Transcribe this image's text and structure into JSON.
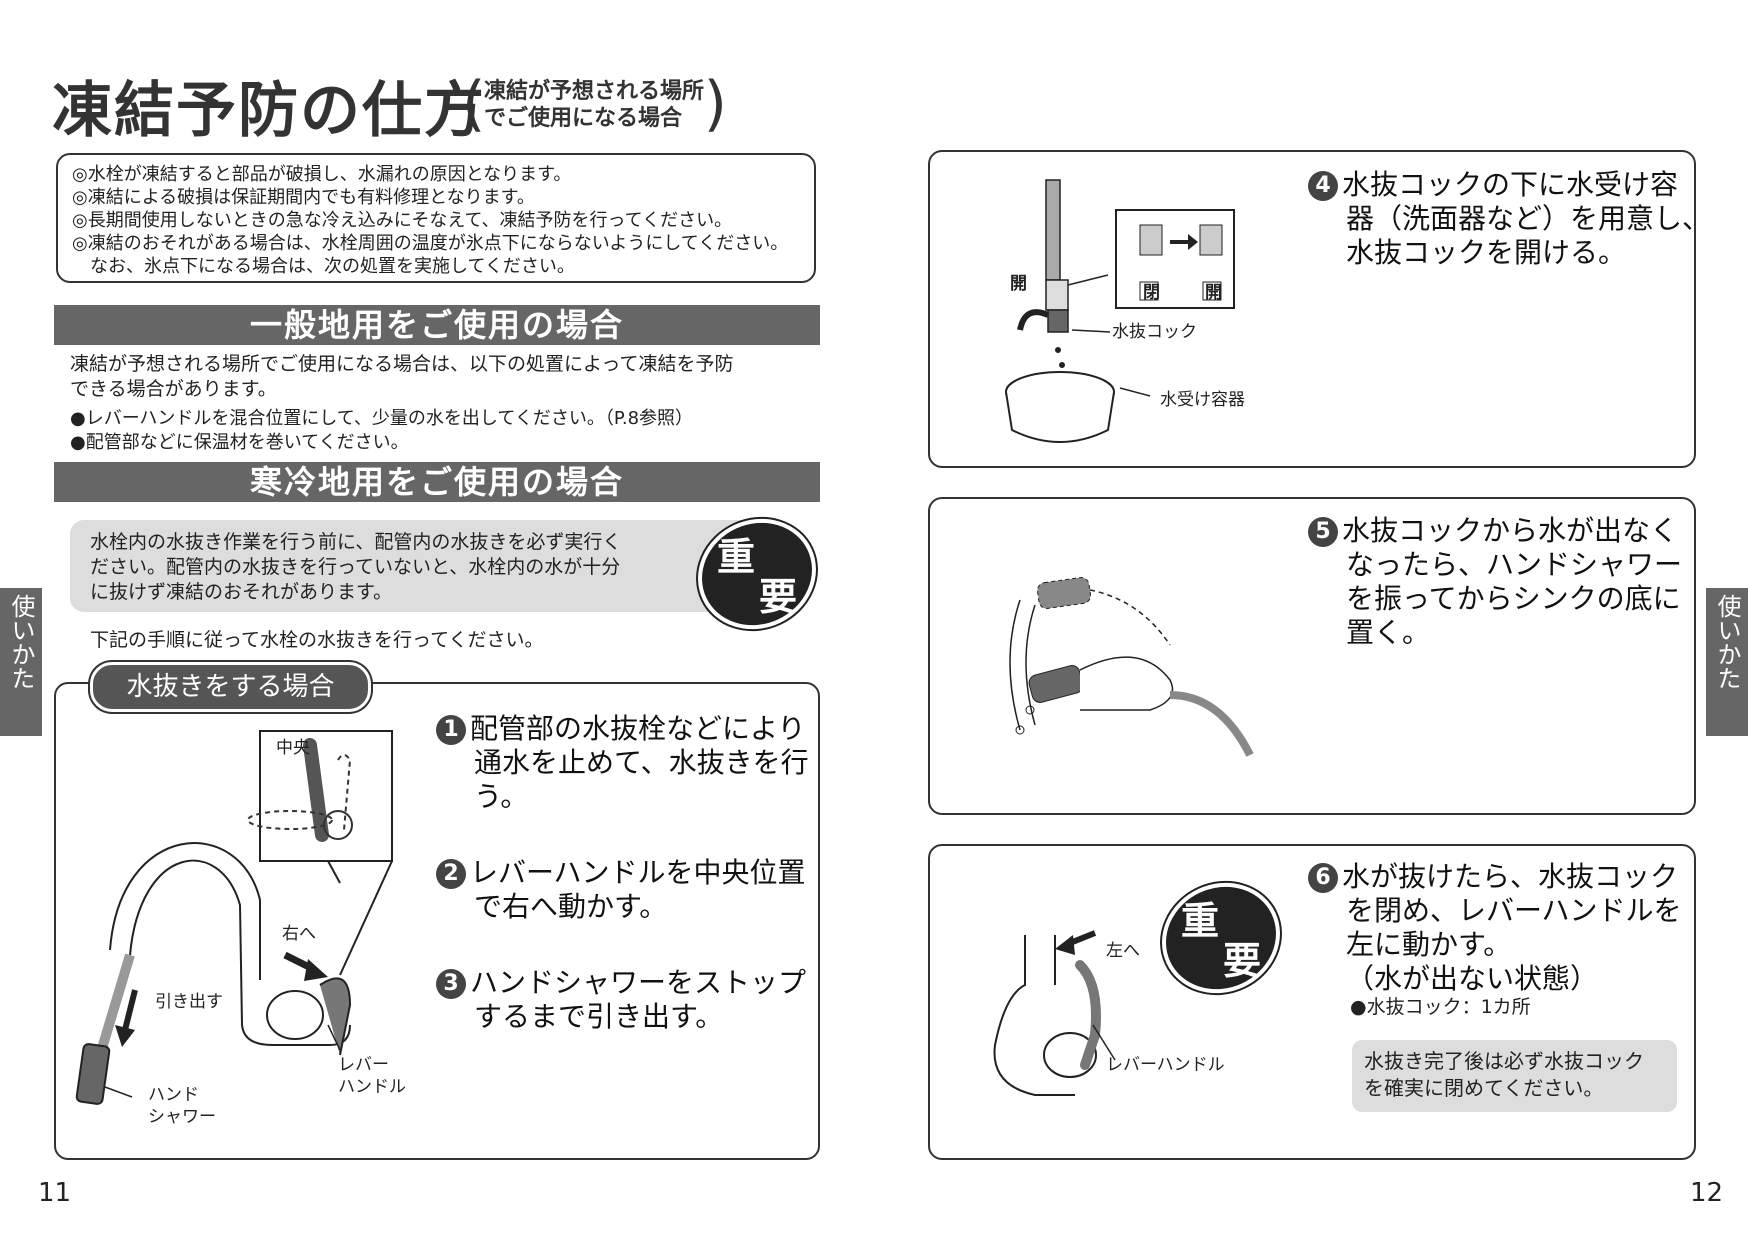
{
  "title": "凍結予防の仕方",
  "title_sub": [
    "凍結が予想される場所",
    "でご使用になる場合"
  ],
  "notice": [
    "◎水栓が凍結すると部品が破損し、水漏れの原因となります。",
    "◎凍結による破損は保証期間内でも有料修理となります。",
    "◎長期間使用しないときの急な冷え込みにそなえて、凍結予防を行ってください。",
    "◎凍結のおそれがある場合は、水栓周囲の温度が氷点下にならないようにしてください。",
    "　なお、氷点下になる場合は、次の処置を実施してください。"
  ],
  "general": {
    "heading": "一般地用をご使用の場合",
    "lines": [
      "凍結が予想される場所でご使用になる場合は、以下の処置によって凍結を予防",
      "できる場合があります。",
      "●レバーハンドルを混合位置にして、少量の水を出してください。（P.8参照）",
      "●配管部などに保温材を巻いてください。"
    ]
  },
  "cold": {
    "heading": "寒冷地用をご使用の場合",
    "warning": [
      "水栓内の水抜き作業を行う前に、配管内の水抜きを必ず実行く",
      "ださい。配管内の水抜きを行っていないと、水栓内の水が十分",
      "に抜けず凍結のおそれがあります。"
    ],
    "instruction": "下記の手順に従って水栓の水抜きを行ってください。"
  },
  "juyo": [
    "重",
    "要"
  ],
  "drain_tab": "水抜きをする場合",
  "steps": [
    {
      "num": "1",
      "lines": [
        "配管部の水抜栓などにより",
        "通水を止めて、水抜きを行",
        "う。"
      ]
    },
    {
      "num": "2",
      "lines": [
        "レバーハンドルを中央位置",
        "で右へ動かす。"
      ]
    },
    {
      "num": "3",
      "lines": [
        "ハンドシャワーをストップ",
        "するまで引き出す。"
      ]
    },
    {
      "num": "4",
      "lines": [
        "水抜コックの下に水受け容",
        "器（洗面器など）を用意し、",
        "水抜コックを開ける。"
      ]
    },
    {
      "num": "5",
      "lines": [
        "水抜コックから水が出なく",
        "なったら、ハンドシャワー",
        "を振ってからシンクの底に",
        "置く。"
      ]
    },
    {
      "num": "6",
      "lines": [
        "水が抜けたら、水抜コック",
        "を閉め、レバーハンドルを",
        "左に動かす。",
        "（水が出ない状態）"
      ]
    }
  ],
  "labels": {
    "center": "中央",
    "right": "右へ",
    "pull": "引き出す",
    "hand_shower": [
      "ハンド",
      "シャワー"
    ],
    "lever": [
      "レバー",
      "ハンドル"
    ],
    "open_v": "開",
    "close_box": "閉",
    "open_box": "開",
    "drain_cock": "水抜コック",
    "water_container": "水受け容器",
    "left": "左へ",
    "lever_handle": "レバーハンドル"
  },
  "step6_note": "●水抜コック：1カ所",
  "final_note": [
    "水抜き完了後は必ず水抜コック",
    "を確実に閉めてください。"
  ],
  "side_tab": "使いかた",
  "page_left": "11",
  "page_right": "12"
}
